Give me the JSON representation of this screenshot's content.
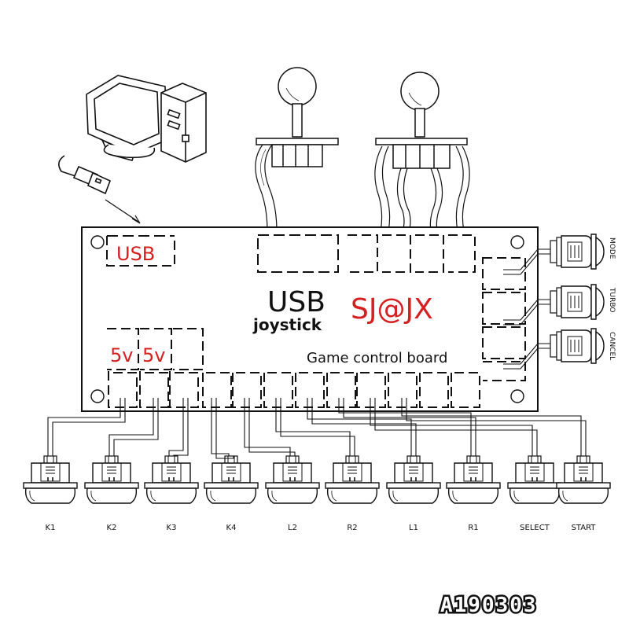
{
  "board": {
    "usb_port_label": "USB",
    "title_usb": "USB",
    "title_joystick": "joystick",
    "brand": "SJ@JX",
    "subtitle": "Game control board",
    "power_labels": [
      "5v",
      "5v"
    ]
  },
  "side_buttons": [
    {
      "label": "MODE"
    },
    {
      "label": "TURBO"
    },
    {
      "label": "CANCEL"
    }
  ],
  "bottom_buttons": [
    {
      "label": "K1"
    },
    {
      "label": "K2"
    },
    {
      "label": "K3"
    },
    {
      "label": "K4"
    },
    {
      "label": "L2"
    },
    {
      "label": "R2"
    },
    {
      "label": "L1"
    },
    {
      "label": "R1"
    },
    {
      "label": "SELECT"
    },
    {
      "label": "START"
    }
  ],
  "stamp": "A190303",
  "colors": {
    "accent_red": "#d42020",
    "line": "#111111"
  }
}
